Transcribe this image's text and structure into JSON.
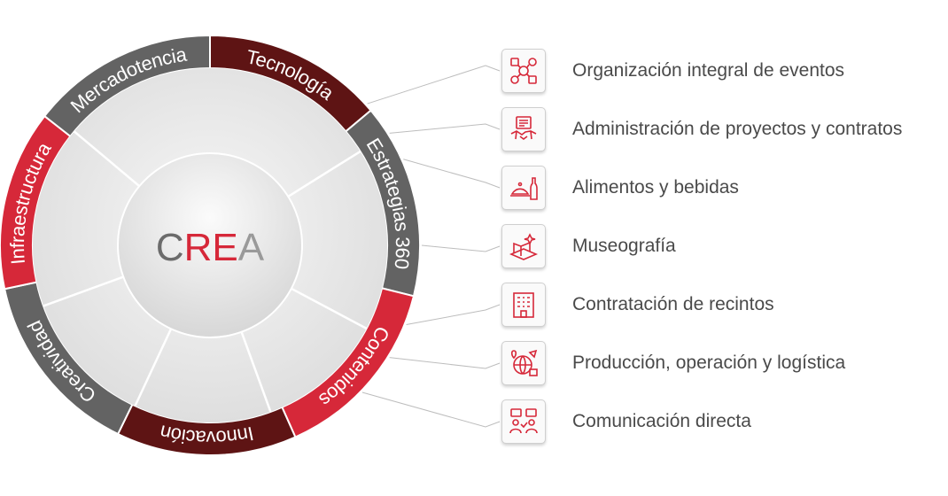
{
  "center": {
    "letters": [
      {
        "char": "C",
        "color": "#6b6b6b"
      },
      {
        "char": "R",
        "color": "#d62839"
      },
      {
        "char": "E",
        "color": "#d62839"
      },
      {
        "char": "A",
        "color": "#9a9a9a"
      }
    ]
  },
  "ring": {
    "segments": [
      {
        "label": "Tecnología",
        "color": "#5e1414"
      },
      {
        "label": "Estrategias 360",
        "color": "#636363"
      },
      {
        "label": "Contenidos",
        "color": "#d62839"
      },
      {
        "label": "Innovación",
        "color": "#5e1414"
      },
      {
        "label": "Creatividad",
        "color": "#636363"
      },
      {
        "label": "Infraestructura",
        "color": "#d62839"
      },
      {
        "label": "Mercadotencia",
        "color": "#636363"
      }
    ]
  },
  "services": [
    {
      "label": "Organización integral de eventos",
      "icon": "event-network-icon"
    },
    {
      "label": "Administración de proyectos y contratos",
      "icon": "handshake-contract-icon"
    },
    {
      "label": "Alimentos y bebidas",
      "icon": "food-drink-icon"
    },
    {
      "label": "Museografía",
      "icon": "museum-icon"
    },
    {
      "label": "Contratación de recintos",
      "icon": "building-icon"
    },
    {
      "label": "Producción, operación y logística",
      "icon": "logistics-globe-icon"
    },
    {
      "label": "Comunicación directa",
      "icon": "communication-icon"
    }
  ],
  "colors": {
    "accent": "#d62839",
    "dark_red": "#5e1414",
    "gray": "#636363"
  }
}
